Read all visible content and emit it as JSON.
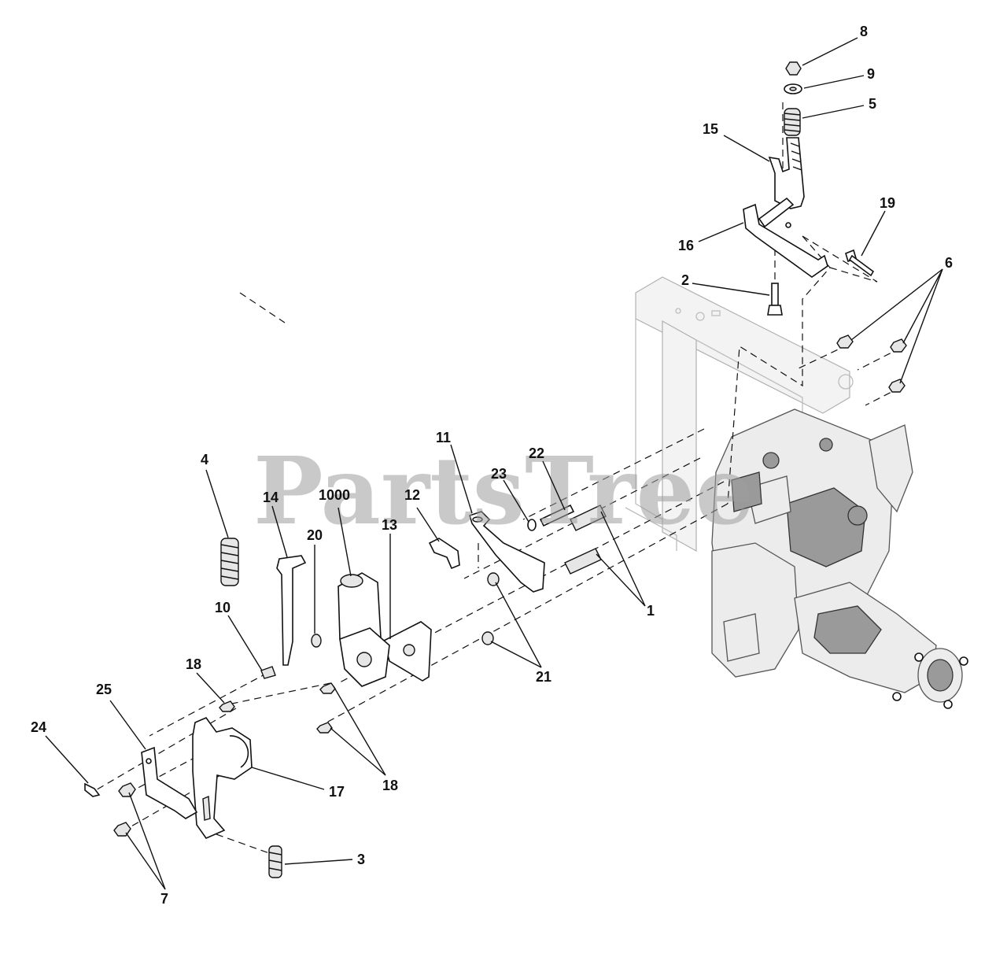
{
  "watermark": "PartsTree",
  "callouts": [
    "8",
    "9",
    "5",
    "15",
    "19",
    "16",
    "6",
    "2",
    "11",
    "22",
    "23",
    "4",
    "14",
    "1000",
    "12",
    "13",
    "20",
    "10",
    "1",
    "21",
    "18",
    "25",
    "24",
    "17",
    "18",
    "3",
    "7"
  ]
}
